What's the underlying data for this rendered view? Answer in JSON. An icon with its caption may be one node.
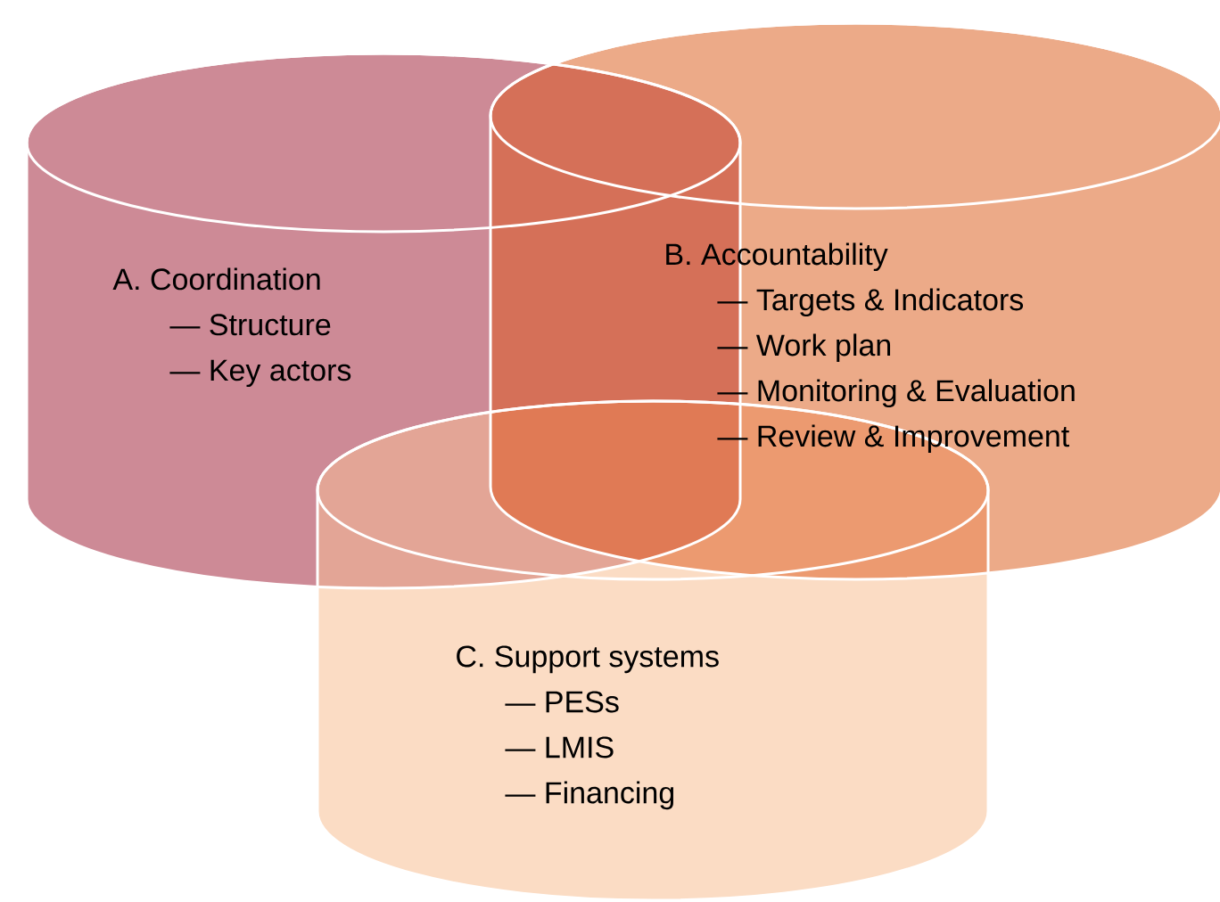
{
  "diagram": {
    "nodes": [
      {
        "text": [
          "A. Coordination",
          "— Structure",
          "— Key actors"
        ]
      },
      {
        "text": [
          "B. Accountability",
          "— Targets & Indicators",
          "— Work plan",
          "— Monitoring & Evaluation",
          "— Review & Improvement"
        ]
      },
      {
        "text": [
          "C. Support systems",
          "— PESs",
          "— LMIS",
          "— Financing"
        ]
      }
    ]
  }
}
